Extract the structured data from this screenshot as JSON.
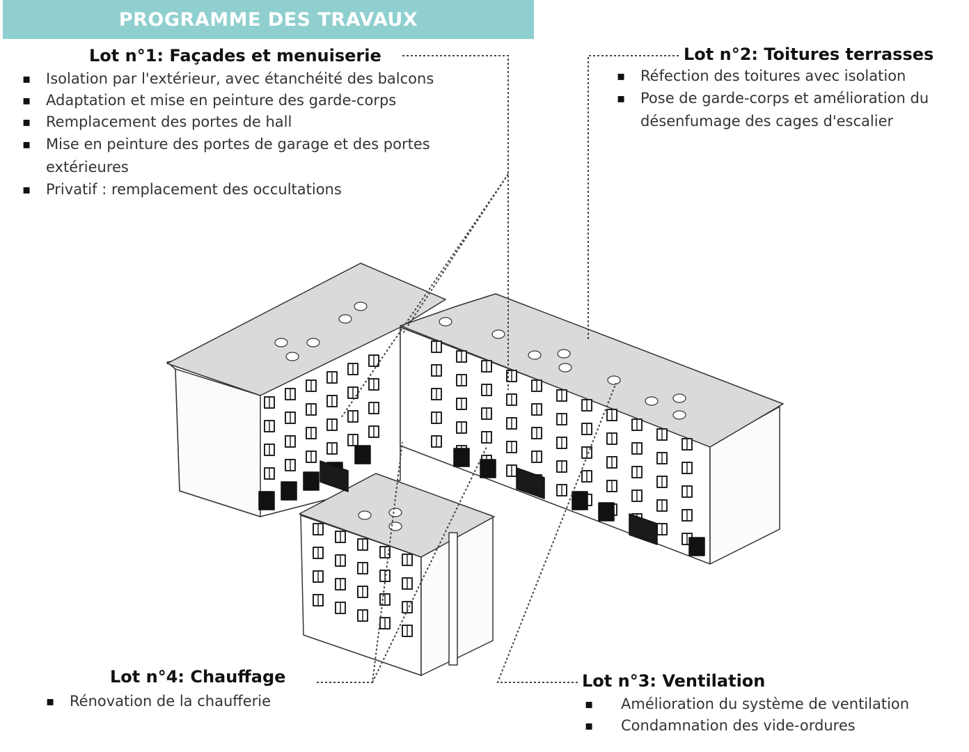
{
  "header": {
    "title": "PROGRAMME DES TRAVAUX"
  },
  "lots": [
    {
      "title": "Lot n°1: Façades et menuiserie",
      "items": [
        "Isolation par l'extérieur, avec étanchéité des balcons",
        "Adaptation et mise en peinture des garde-corps",
        "Remplacement des portes de hall",
        "Mise en peinture des portes de garage et des portes extérieures",
        "Privatif : remplacement des occultations"
      ]
    },
    {
      "title": "Lot n°2: Toitures terrasses",
      "items": [
        "Réfection des toitures avec isolation",
        "Pose de garde-corps et amélioration du désenfumage des cages d'escalier"
      ]
    },
    {
      "title": "Lot n°3: Ventilation",
      "items": [
        "Amélioration du système de ventilation",
        "Condamnation des vide-ordures"
      ]
    },
    {
      "title": "Lot n°4: Chauffage",
      "items": [
        "Rénovation de la chaufferie"
      ]
    }
  ],
  "colors": {
    "banner": "#8fcfcf",
    "roof": "#d9dbd8",
    "line": "#444444"
  }
}
